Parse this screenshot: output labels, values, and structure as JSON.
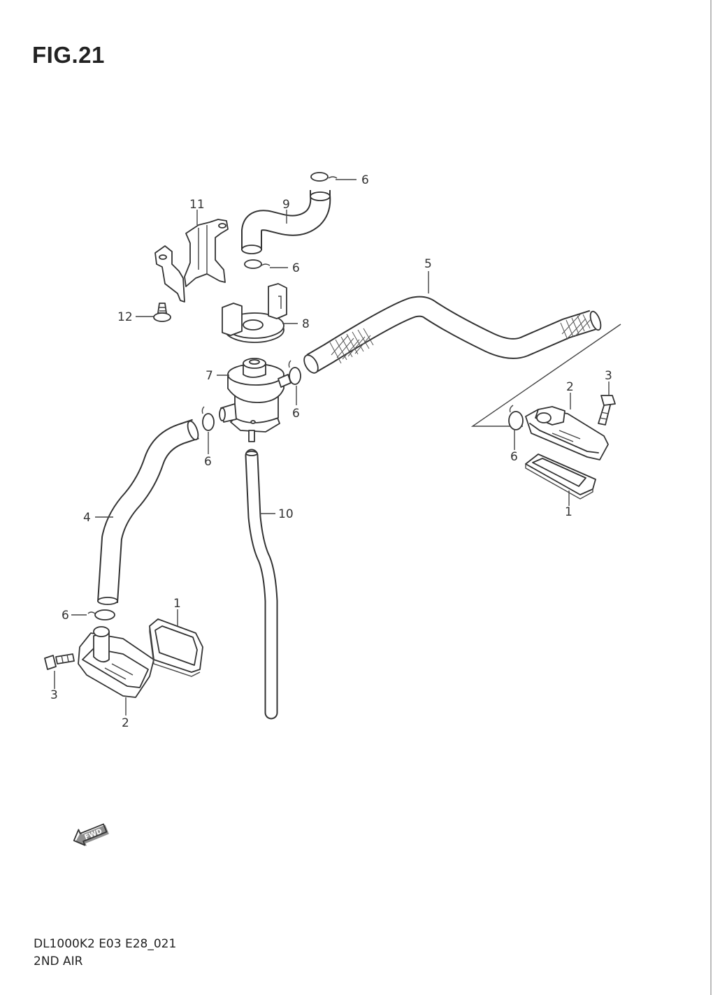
{
  "figure": {
    "title": "FIG.21"
  },
  "footer": {
    "code": "DL1000K2 E03 E28_021",
    "name": "2ND AIR"
  },
  "fwd_label": "FWD",
  "callouts": {
    "p1_right": "1",
    "p1_left": "1",
    "p2_right": "2",
    "p2_left": "2",
    "p3_right": "3",
    "p3_left": "3",
    "p4": "4",
    "p5": "5",
    "p6_top": "6",
    "p6_mid": "6",
    "p6_valve_right": "6",
    "p6_valve_left": "6",
    "p6_right": "6",
    "p6_lower_left": "6",
    "p7": "7",
    "p8": "8",
    "p9": "9",
    "p10": "10",
    "p11": "11",
    "p12": "12"
  }
}
